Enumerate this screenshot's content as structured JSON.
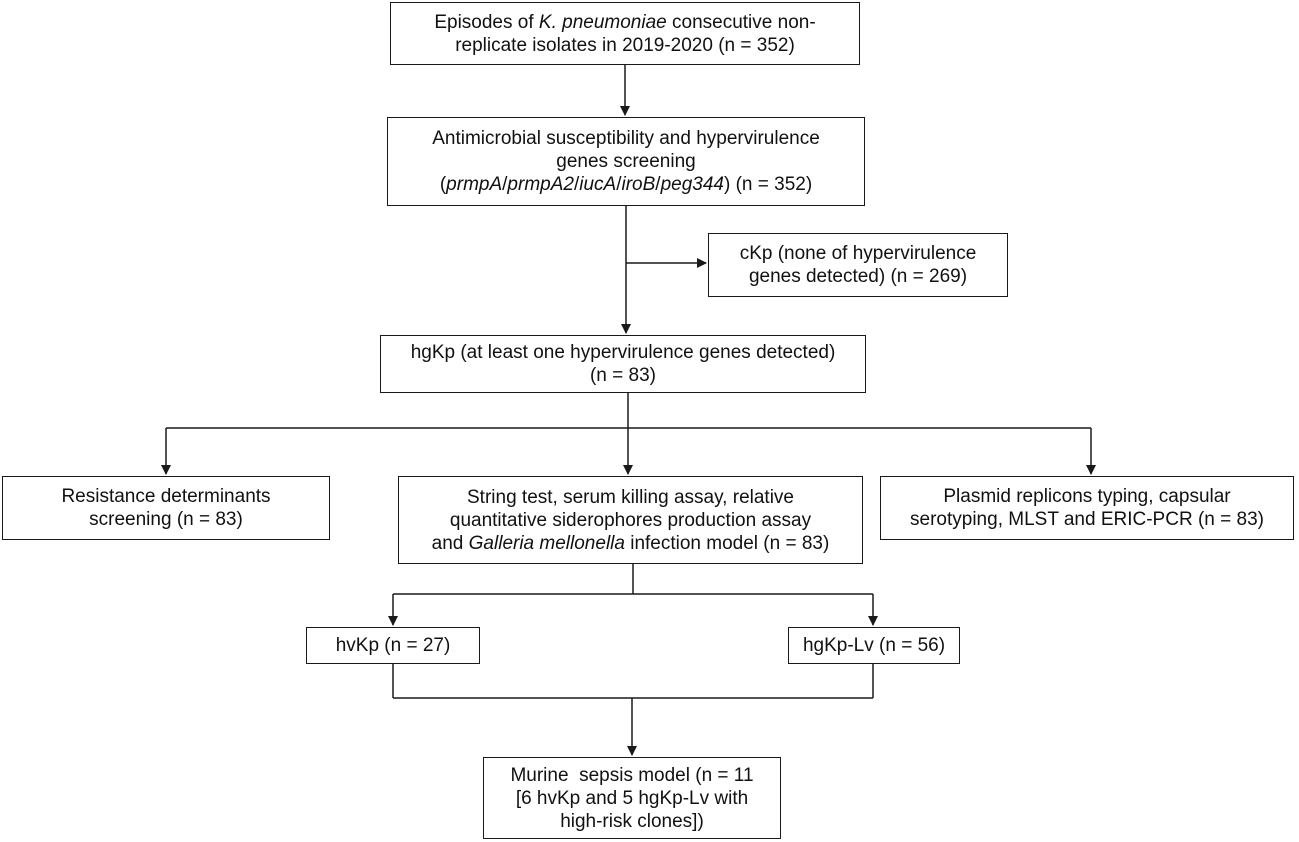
{
  "boxes": {
    "episodes": {
      "line1_pre": "Episodes of ",
      "line1_species": "K. pneumoniae",
      "line1_post": " consecutive non-",
      "line2": "replicate isolates in 2019-2020 (n = 352)"
    },
    "screening": {
      "line1": "Antimicrobial susceptibility and hypervirulence",
      "line2": "genes screening",
      "line3_open": "(",
      "gene1": "prmpA",
      "sep": "/",
      "gene2": "prmpA2",
      "gene3": "iucA",
      "gene4": "iroB",
      "gene5": "peg344",
      "line3_close": ") (n = 352)"
    },
    "ckp": {
      "line1": "cKp (none of hypervirulence",
      "line2": "genes detected) (n = 269)"
    },
    "hgkp": {
      "line1": "hgKp (at least one hypervirulence genes detected)",
      "line2": "(n = 83)"
    },
    "resistance": {
      "line1": "Resistance determinants",
      "line2": "screening (n = 83)"
    },
    "string_test": {
      "line1": "String test, serum killing assay, relative",
      "line2": "quantitative siderophores production assay",
      "line3_pre": "and ",
      "line3_species": "Galleria mellonella",
      "line3_post": " infection model (n = 83)"
    },
    "plasmid": {
      "line1": "Plasmid replicons typing, capsular",
      "line2": "serotyping, MLST and ERIC-PCR (n = 83)"
    },
    "hvkp": {
      "label": "hvKp (n = 27)"
    },
    "hgkp_lv": {
      "label": "hgKp-Lv (n = 56)"
    },
    "murine": {
      "line1": "Murine  sepsis model (n = 11",
      "line2": "[6 hvKp and 5 hgKp-Lv with",
      "line3": "high-risk clones])"
    }
  },
  "colors": {
    "line": "#1a1a1a",
    "background": "#ffffff"
  }
}
